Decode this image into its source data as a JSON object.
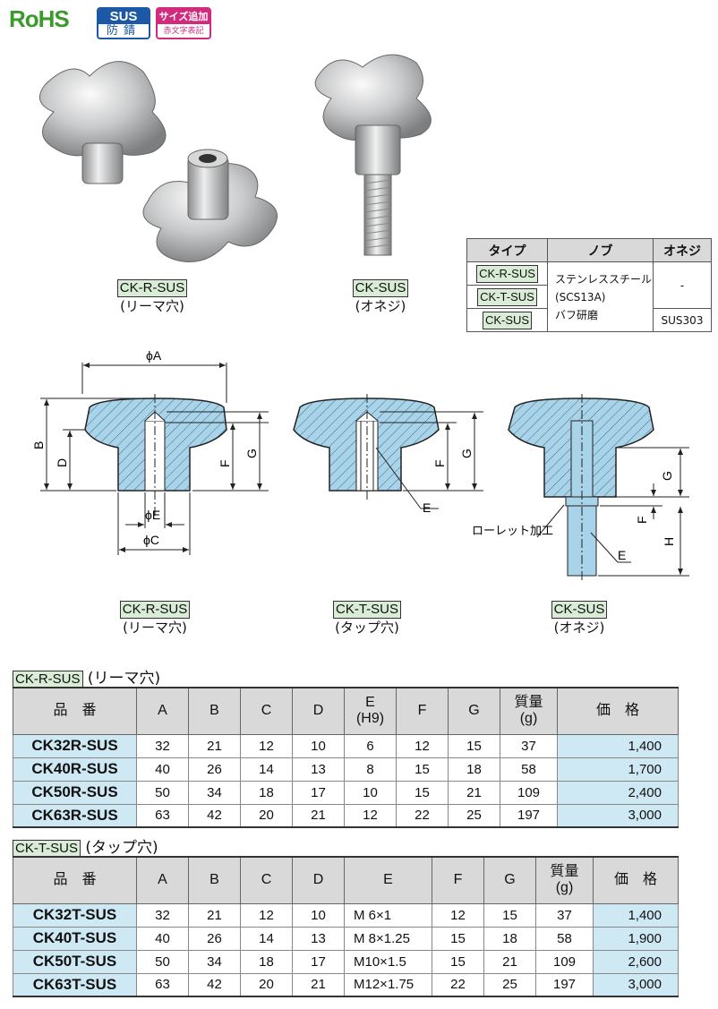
{
  "header": {
    "rohs": "RoHS",
    "sus_badge_top": "SUS",
    "sus_badge_bottom": "防錆",
    "size_badge_top": "サイズ追加",
    "size_badge_bottom": "赤文字表記"
  },
  "photos": [
    {
      "tag": "CK-R-SUS",
      "caption": "(リーマ穴)"
    },
    {
      "tag": "CK-SUS",
      "caption": "(オネジ)"
    }
  ],
  "material_table": {
    "headers": [
      "タイプ",
      "ノブ",
      "オネジ"
    ],
    "types": [
      "CK-R-SUS",
      "CK-T-SUS",
      "CK-SUS"
    ],
    "knob_lines": [
      "ステンレススチール",
      "(SCS13A)",
      "バフ研磨"
    ],
    "screw_top": "-",
    "screw_bottom": "SUS303"
  },
  "drawings": {
    "r": {
      "tag": "CK-R-SUS",
      "caption": "(リーマ穴)",
      "A": "ϕA",
      "B": "B",
      "D": "D",
      "F": "F",
      "G": "G",
      "E": "ϕE",
      "C": "ϕC"
    },
    "t": {
      "tag": "CK-T-SUS",
      "caption": "(タップ穴)",
      "F": "F",
      "G": "G",
      "E": "E"
    },
    "s": {
      "tag": "CK-SUS",
      "caption": "(オネジ)",
      "G": "G",
      "F": "F",
      "H": "H",
      "E": "E",
      "knurl": "ローレット加工"
    }
  },
  "table_r": {
    "tag": "CK-R-SUS",
    "title": "(リーマ穴)",
    "headers": [
      "品　番",
      "A",
      "B",
      "C",
      "D",
      "E\n(H9)",
      "F",
      "G",
      "質量\n(g)",
      "価　格"
    ],
    "rows": [
      [
        "CK32R-SUS",
        "32",
        "21",
        "12",
        "10",
        "6",
        "12",
        "15",
        "37",
        "1,400"
      ],
      [
        "CK40R-SUS",
        "40",
        "26",
        "14",
        "13",
        "8",
        "15",
        "18",
        "58",
        "1,700"
      ],
      [
        "CK50R-SUS",
        "50",
        "34",
        "18",
        "17",
        "10",
        "15",
        "21",
        "109",
        "2,400"
      ],
      [
        "CK63R-SUS",
        "63",
        "42",
        "20",
        "21",
        "12",
        "22",
        "25",
        "197",
        "3,000"
      ]
    ]
  },
  "table_t": {
    "tag": "CK-T-SUS",
    "title": "(タップ穴)",
    "headers": [
      "品　番",
      "A",
      "B",
      "C",
      "D",
      "E",
      "F",
      "G",
      "質量\n(g)",
      "価　格"
    ],
    "rows": [
      [
        "CK32T-SUS",
        "32",
        "21",
        "12",
        "10",
        "M 6×1",
        "12",
        "15",
        "37",
        "1,400"
      ],
      [
        "CK40T-SUS",
        "40",
        "26",
        "14",
        "13",
        "M 8×1.25",
        "15",
        "18",
        "58",
        "1,900"
      ],
      [
        "CK50T-SUS",
        "50",
        "34",
        "18",
        "17",
        "M10×1.5",
        "15",
        "21",
        "109",
        "2,600"
      ],
      [
        "CK63T-SUS",
        "63",
        "42",
        "20",
        "21",
        "M12×1.75",
        "22",
        "25",
        "197",
        "3,000"
      ]
    ]
  }
}
